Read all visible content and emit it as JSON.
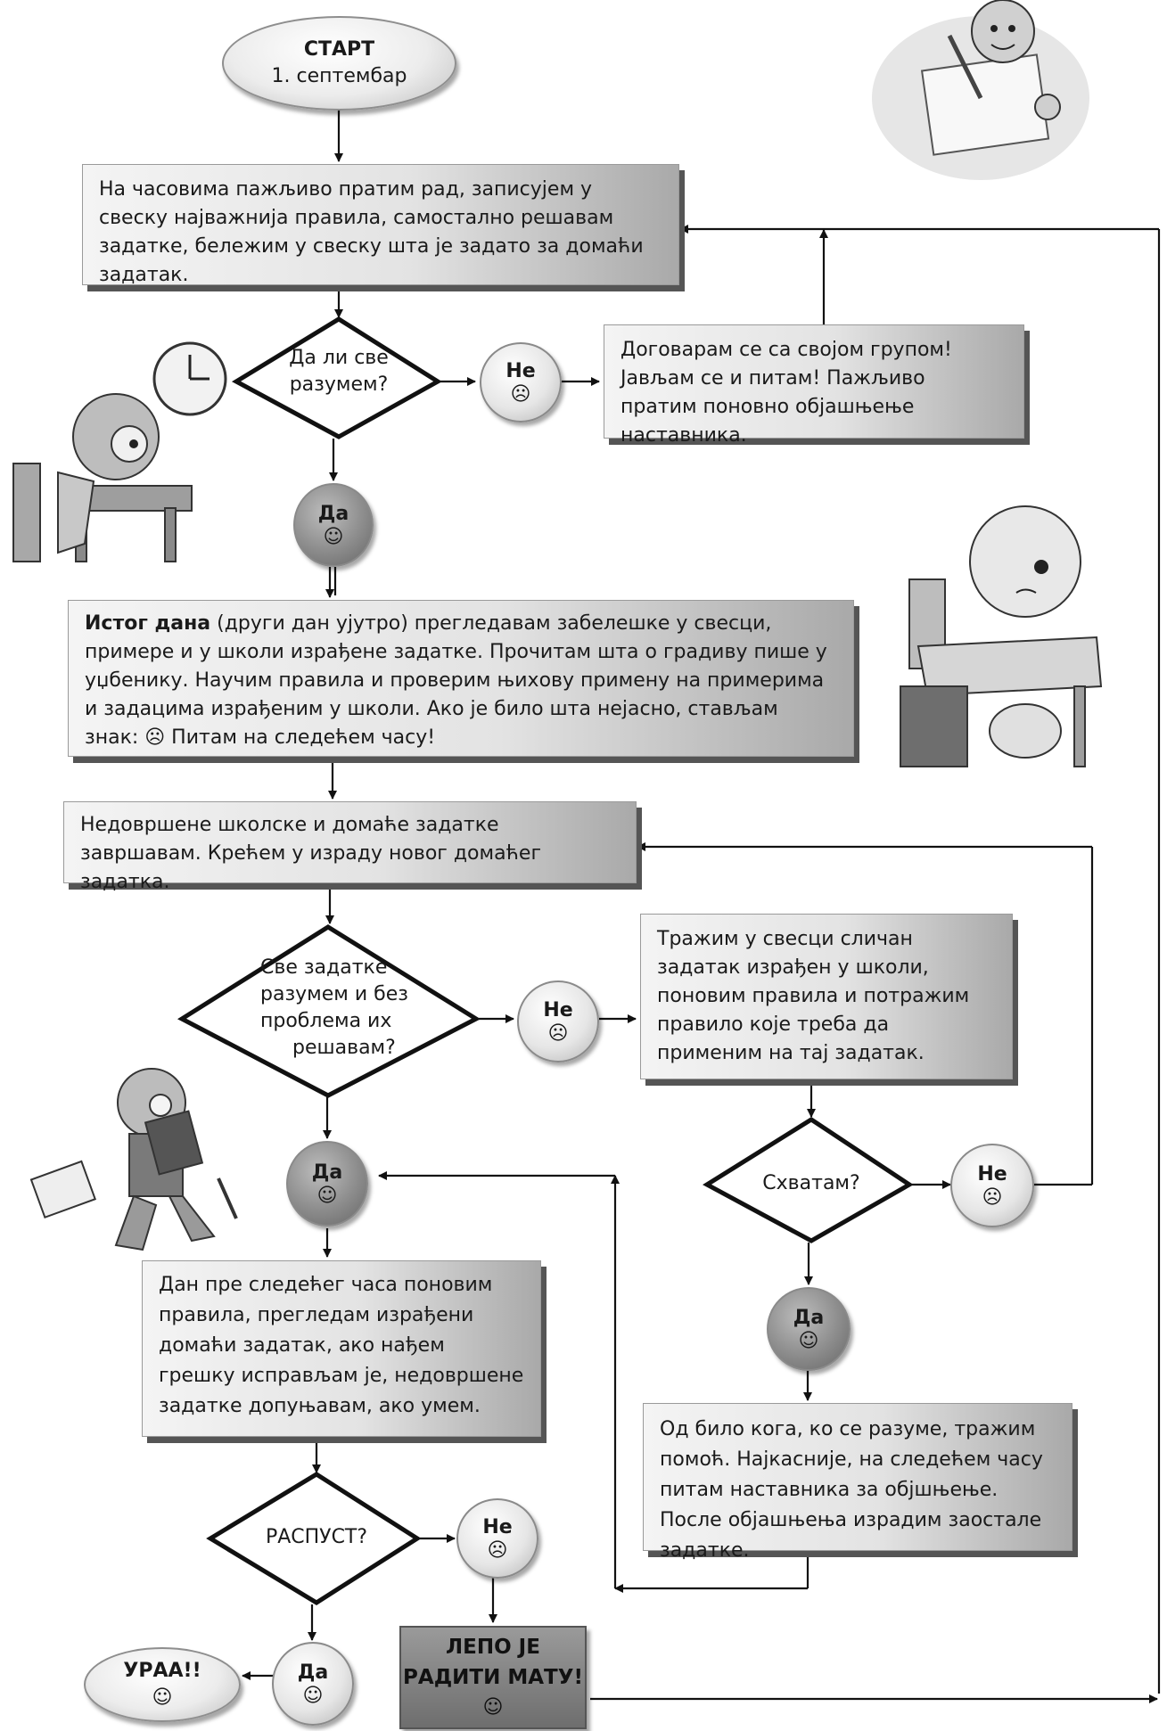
{
  "start": {
    "title": "СТАРТ",
    "date": "1. септембар"
  },
  "box_lesson": "На часовима пажљиво пратим рад, записујем у свеску најважнија правила, самостално решавам задатке, бележим у свеску шта је задато за домаћи задатак.",
  "q_understand": "Да ли све разумем?",
  "q_understand_lines": [
    "Да ли све",
    "разумем?"
  ],
  "no_label": "Не",
  "yes_label": "Да",
  "sad_symbol": "☹",
  "happy_symbol": "☺",
  "box_group": "Договарам се са својом групом! Јављам се и питам! Пажљиво пратим поновно објашњење наставника.",
  "box_same_day": {
    "bold": "Истог дана",
    "rest": " (други дан ујутро) прегледавам забелешке у свесци, примере и у школи израђене задатке. Прочитам шта о градиву пише у уџбенику. Научим правила и проверим њихову примену на примерима и задацима израђеним у школи. Ако је било шта нејасно, стављам знак: ☹ Питам на следећем часу!"
  },
  "box_homework": "Недовршене школске и домаће задатке завршавам. Крећем у израду новог домаћег задатка.",
  "q_all_tasks_lines": [
    "Све задатке",
    "разумем и без",
    "проблема их",
    "решавам?"
  ],
  "box_search": "Тражим у свесци сличан задатак израђен у школи, поновим правила и потражим правило које треба да применим на тај задатак.",
  "q_got_it": "Схватам?",
  "box_review": "Дан пре следећег часа поновим правила, прегледам израђени домаћи задатак, ако нађем грешку исправљам је, недовршене задатке допуњавам, ако умем.",
  "box_help": "Од било кога, ко се разуме, тражим помоћ. Најкасније, на следећем часу питам наставника за објшњење. После објашњења израдим заостале задатке.",
  "q_holiday": "РАСПУСТ?",
  "end_hooray": "УРАА!!",
  "end_math_lines": [
    "ЛЕПО ЈЕ",
    "РАДИТИ МАТУ!"
  ]
}
